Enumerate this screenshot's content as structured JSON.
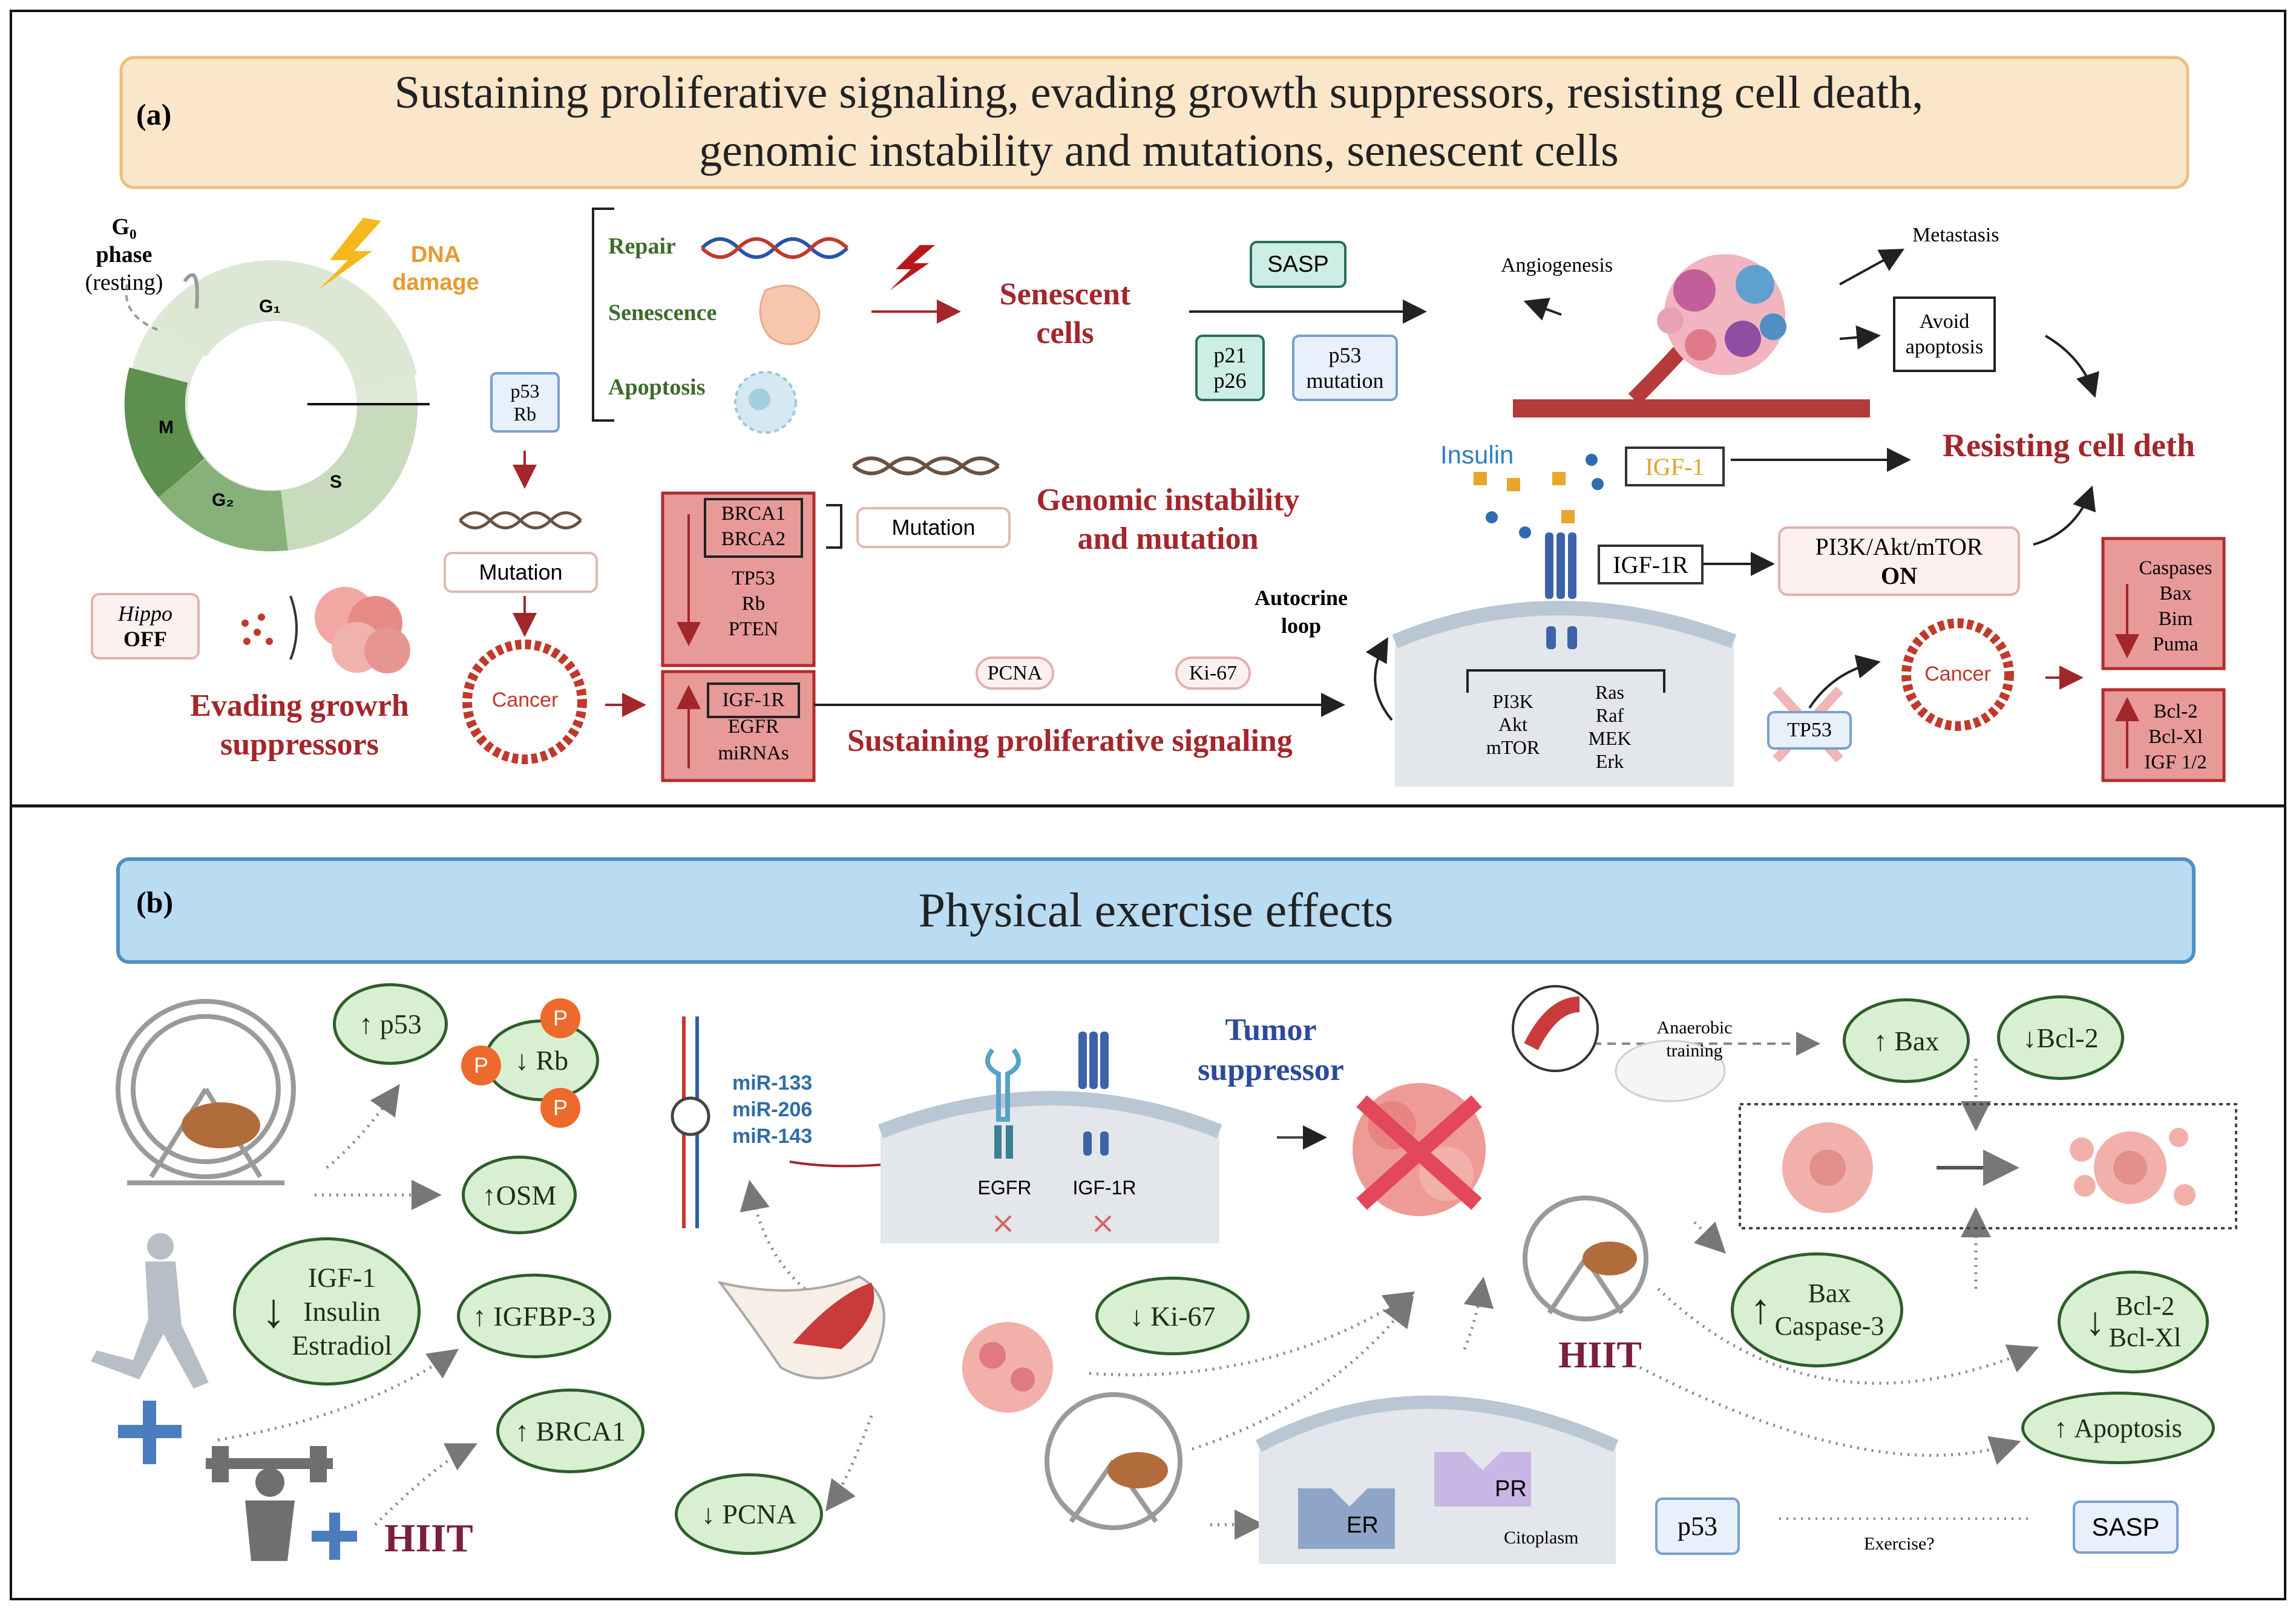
{
  "panel_a": {
    "label": "(a)",
    "title_line1": "Sustaining proliferative signaling, evading growth suppressors, resisting cell death,",
    "title_line2": "genomic instability and mutations, senescent cells",
    "cell_cycle": {
      "g0_label": "G₀",
      "g0_phase": "phase",
      "g0_resting": "(resting)",
      "phases": [
        "G₁",
        "S",
        "G₂",
        "M"
      ],
      "dna_damage_line1": "DNA",
      "dna_damage_line2": "damage"
    },
    "p53_box_line1": "p53",
    "p53_box_line2": "Rb",
    "fates": [
      "Repair",
      "Senescence",
      "Apoptosis"
    ],
    "senescent_cells_line1": "Senescent",
    "senescent_cells_line2": "cells",
    "sasp": "SASP",
    "p21_line1": "p21",
    "p21_line2": "p26",
    "p53_mutation_line1": "p53",
    "p53_mutation_line2": "mutation",
    "mutation_left": "Mutation",
    "mutation_mid": "Mutation",
    "cancer_label": "Cancer",
    "cancer_label_right": "Cancer",
    "hippo_line1": "Hippo",
    "hippo_line2": "OFF",
    "evading_line1": "Evading growrh",
    "evading_line2": "suppressors",
    "down_box_items": [
      "BRCA1",
      "BRCA2",
      "TP53",
      "Rb",
      "PTEN"
    ],
    "up_box_items": [
      "IGF-1R",
      "EGFR",
      "miRNAs"
    ],
    "genomic_line1": "Genomic instability",
    "genomic_line2": "and mutation",
    "pcna": "PCNA",
    "ki67": "Ki-67",
    "sustaining": "Sustaining proliferative signaling",
    "autocrine_line1": "Autocrine",
    "autocrine_line2": "loop",
    "insulin": "Insulin",
    "igf1": "IGF-1",
    "igf1r": "IGF-1R",
    "pathway_left": [
      "PI3K",
      "Akt",
      "mTOR"
    ],
    "pathway_right": [
      "Ras",
      "Raf",
      "MEK",
      "Erk"
    ],
    "pi3k_on_line1": "PI3K/Akt/mTOR",
    "pi3k_on_line2": "ON",
    "tp53": "TP53",
    "angiogenesis": "Angiogenesis",
    "metastasis": "Metastasis",
    "avoid_line1": "Avoid",
    "avoid_line2": "apoptosis",
    "resisting": "Resisting cell deth",
    "down_right_items": [
      "Caspases",
      "Bax",
      "Bim",
      "Puma"
    ],
    "up_right_items": [
      "Bcl-2",
      "Bcl-Xl",
      "IGF 1/2"
    ]
  },
  "panel_b": {
    "label": "(b)",
    "title": "Physical exercise effects",
    "p53": "p53",
    "rb": "Rb",
    "phospho": "P",
    "osm": "OSM",
    "igf_group": [
      "IGF-1",
      "Insulin",
      "Estradiol"
    ],
    "igfbp3": "IGFBP-3",
    "brca1": "BRCA1",
    "hiit_left": "HIIT",
    "mirnas": [
      "miR-133",
      "miR-206",
      "miR-143"
    ],
    "egfr": "EGFR",
    "igf1r": "IGF-1R",
    "tumor_line1": "Tumor",
    "tumor_line2": "suppressor",
    "ki67": "Ki-67",
    "pcna": "PCNA",
    "er": "ER",
    "pr": "PR",
    "citoplasm": "Citoplasm",
    "anaerobic_line1": "Anaerobic",
    "anaerobic_line2": "training",
    "bax": "Bax",
    "bcl2": "Bcl-2",
    "bax_casp_line1": "Bax",
    "bax_casp_line2": "Caspase-3",
    "bcl_group": [
      "Bcl-2",
      "Bcl-Xl"
    ],
    "apoptosis": "Apoptosis",
    "hiit_right": "HIIT",
    "p53_box": "p53",
    "sasp": "SASP",
    "exercise_q": "Exercise?"
  },
  "colors": {
    "darkred": "#a3262b",
    "panel_a_title_bg": "#fbe6c9",
    "panel_b_title_bg": "#b9dcf3",
    "green_oval_fill": "#d9efd2",
    "green_oval_border": "#2e5e2a",
    "red_box_fill": "#e79a98",
    "teal_box_fill": "#cdeee5"
  }
}
